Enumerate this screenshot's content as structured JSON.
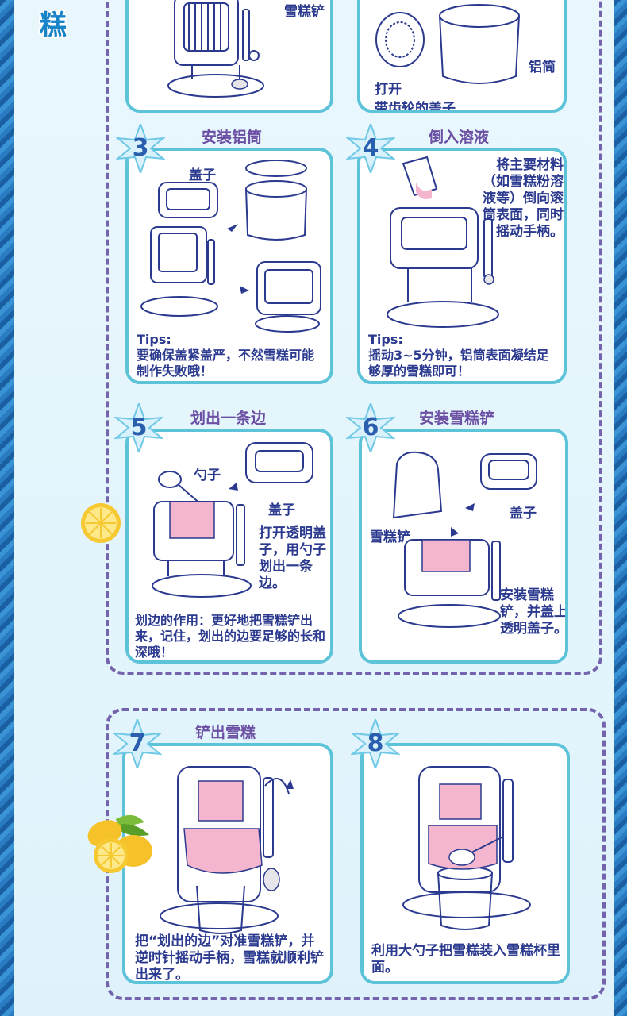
{
  "header": {
    "title_char": "糕"
  },
  "steps": [
    {
      "id": 1,
      "labels": [
        "雪糕铲"
      ]
    },
    {
      "id": 2,
      "labels": [
        "铝筒",
        "打开",
        "带齿轮的盖子"
      ]
    },
    {
      "id": 3,
      "number": "3",
      "title": "安装铝筒",
      "labels": [
        "盖子"
      ],
      "tips_heading": "Tips:",
      "tips": "要确保盖紧盖严，不然雪糕可能制作失败哦！"
    },
    {
      "id": 4,
      "number": "4",
      "title": "倒入溶液",
      "desc": "将主要材料（如雪糕粉溶液等）倒向滚筒表面，同时摇动手柄。",
      "tips_heading": "Tips:",
      "tips": "摇动3~5分钟，铝筒表面凝结足够厚的雪糕即可！"
    },
    {
      "id": 5,
      "number": "5",
      "title": "划出一条边",
      "labels": [
        "勺子",
        "盖子"
      ],
      "desc": "打开透明盖子，用勺子划出一条边。",
      "tips": "划边的作用：更好地把雪糕铲出来，记住，划出的边要足够的长和深哦！"
    },
    {
      "id": 6,
      "number": "6",
      "title": "安装雪糕铲",
      "labels": [
        "盖子",
        "雪糕铲"
      ],
      "desc": "安装雪糕铲，并盖上透明盖子。"
    },
    {
      "id": 7,
      "number": "7",
      "title": "铲出雪糕",
      "desc": "把“划出的边”对准雪糕铲，并逆时针摇动手柄，雪糕就顺利铲出来了。"
    },
    {
      "id": 8,
      "number": "8",
      "desc": "利用大勺子把雪糕装入雪糕杯里面。"
    }
  ],
  "colors": {
    "accent": "#5dc3d8",
    "dash": "#7464ad",
    "title": "#6b4fa3",
    "text": "#2b3a8f",
    "pink": "#f4b6cf"
  }
}
